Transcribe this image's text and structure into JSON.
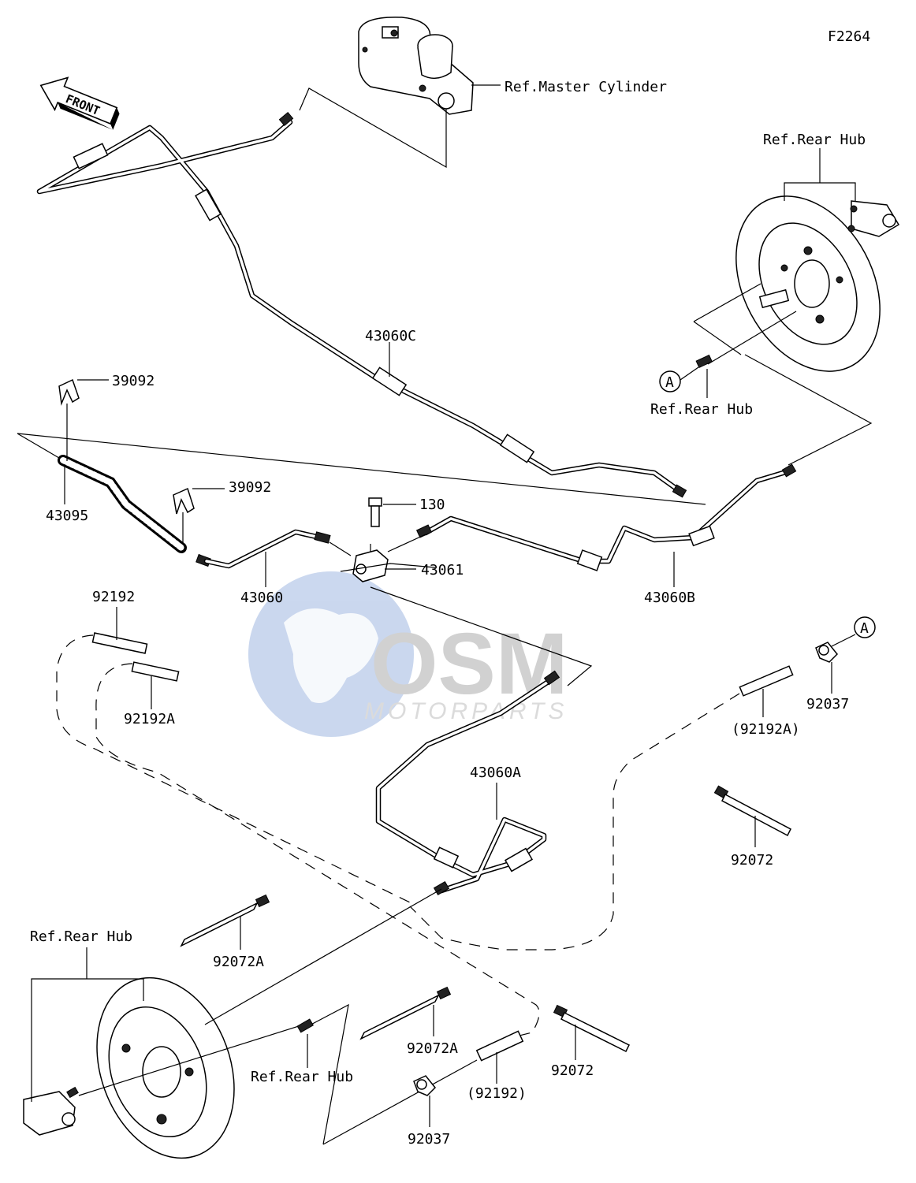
{
  "figure_id": "F2264",
  "front_arrow": "FRONT",
  "watermark": {
    "brand": "OSM",
    "sub": "MOTORPARTS"
  },
  "circle_ref": "A",
  "labels": {
    "master_cylinder": "Ref.Master Cylinder",
    "rear_hub_top": "Ref.Rear Hub",
    "rear_hub_mid": "Ref.Rear Hub",
    "rear_hub_left": "Ref.Rear Hub",
    "rear_hub_bottom": "Ref.Rear Hub",
    "p43060C": "43060C",
    "p39092_top": "39092",
    "p39092_mid": "39092",
    "p43095": "43095",
    "p130": "130",
    "p43061": "43061",
    "p43060": "43060",
    "p43060B": "43060B",
    "p92192": "92192",
    "p92192A": "92192A",
    "p92192A_paren": "(92192A)",
    "p92037_right": "92037",
    "p43060A": "43060A",
    "p92072_right": "92072",
    "p92072A_left": "92072A",
    "p92072A_bottom": "92072A",
    "p92072_bottom": "92072",
    "p92192_paren": "(92192)",
    "p92037_bottom": "92037"
  }
}
